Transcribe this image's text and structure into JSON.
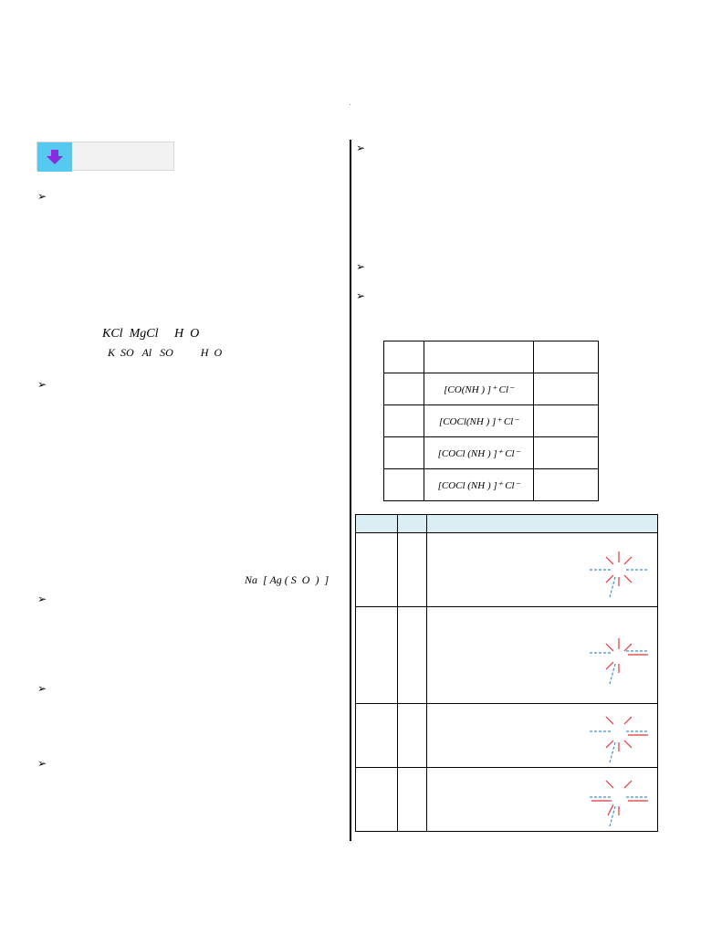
{
  "left_column": {
    "formula_kcl_mgcl": "KCl  MgCl     H  O",
    "formula_alum": "K  SO   Al   SO          H  O",
    "formula_silver_complex": "Na  [ Ag ( S  O  )  ]"
  },
  "coordination_table": {
    "rows": [
      {
        "formula": "[CO(NH  )  ]⁺   Cl⁻"
      },
      {
        "formula": "[COCl(NH  )  ]⁺   Cl⁻"
      },
      {
        "formula": "[COCl  (NH  )  ]⁺ Cl⁻"
      },
      {
        "formula": "[COCl  (NH  )  ]⁺ Cl⁻"
      }
    ]
  },
  "colors": {
    "accent_blue": "#55c9ef",
    "arrow_purple": "#8a2be2",
    "header_fill": "#daeef3",
    "bond_red": "#e8323c",
    "bond_blue": "#3a8fd0"
  }
}
